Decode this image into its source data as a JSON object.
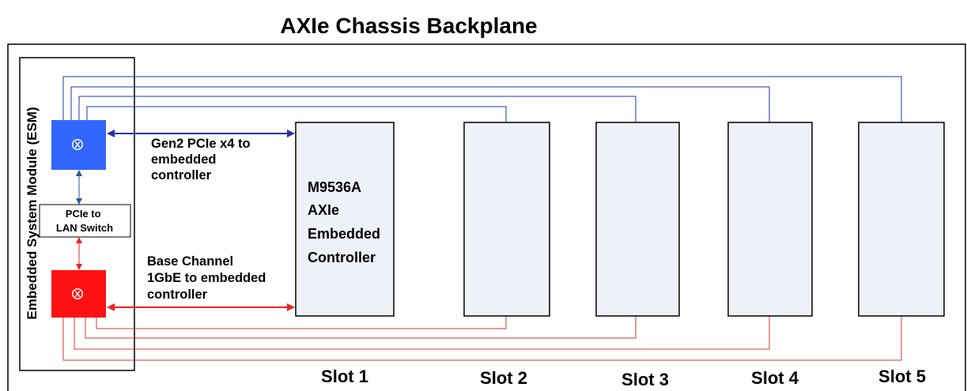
{
  "title": "AXIe Chassis Backplane",
  "esm_label": "Embedded System Module (ESM)",
  "switch_label": [
    "PCIe to",
    "LAN Switch"
  ],
  "pcie_switch_symbol": "X",
  "lan_switch_symbol": "X",
  "pcie_link_label": [
    "Gen2 PCIe x4 to",
    "embedded",
    "controller"
  ],
  "lan_link_label": [
    "Base Channel",
    "1GbE to embedded",
    "controller"
  ],
  "controller_label": [
    "M9536A",
    "AXIe",
    "Embedded",
    "Controller"
  ],
  "slots": [
    "Slot 1",
    "Slot 2",
    "Slot 3",
    "Slot 4",
    "Slot 5"
  ],
  "colors": {
    "pcie": "#3366ff",
    "pcie_line": "#2233aa",
    "lan": "#ff1111",
    "lan_line": "#dd3333",
    "slot_fill": "#eef1f7"
  }
}
